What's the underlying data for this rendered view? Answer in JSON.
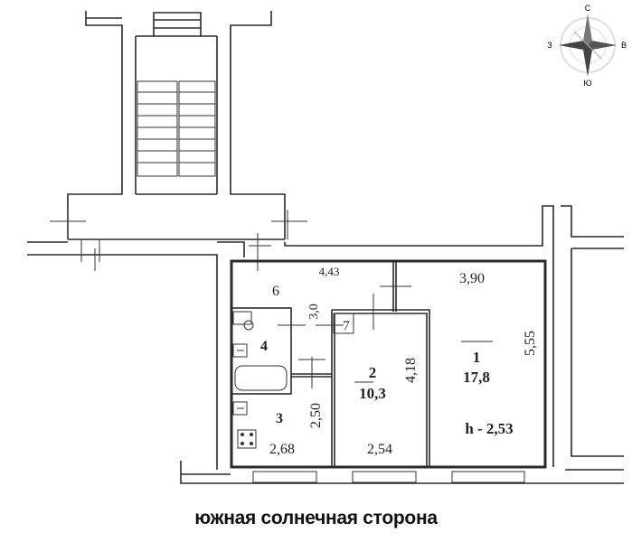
{
  "compass": {
    "north": "С",
    "east": "В",
    "south": "Ю",
    "west": "З"
  },
  "rooms": [
    {
      "number": "1",
      "area": "17,8"
    },
    {
      "number": "2",
      "area": "10,3"
    },
    {
      "number": "3"
    },
    {
      "number": "4"
    },
    {
      "number": "6"
    },
    {
      "number": "7"
    }
  ],
  "dimensions": {
    "d443": "4,43",
    "d390": "3,90",
    "d30": "3,0",
    "d555": "5,55",
    "d418": "4,18",
    "d250": "2,50",
    "d268": "2,68",
    "d254": "2,54"
  },
  "ceiling_height": "h - 2,53",
  "caption": "южная солнечная сторона"
}
